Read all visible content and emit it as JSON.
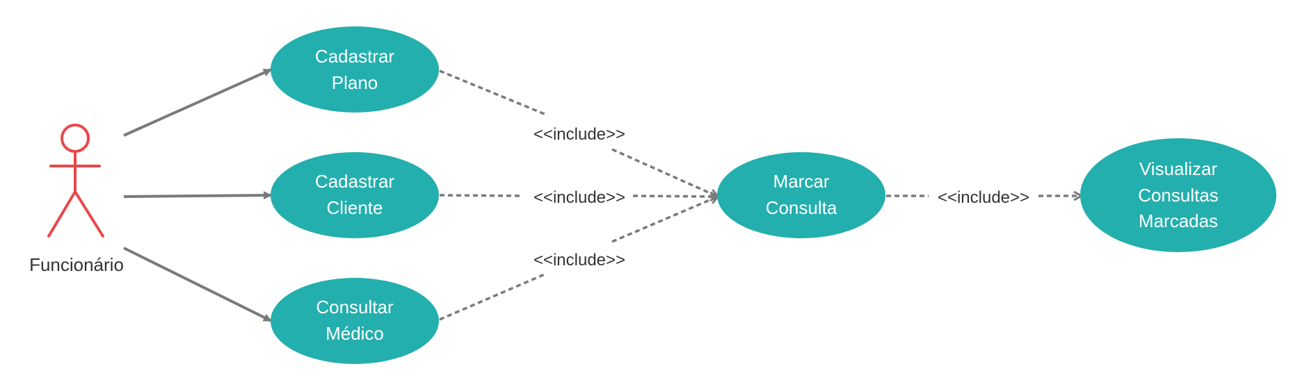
{
  "colors": {
    "usecase_fill": "#23AFAD",
    "actor_stroke": "#E8474A",
    "line": "#7A7A7A",
    "text_dark": "#333333",
    "text_light": "#FFFFFF"
  },
  "actor": {
    "name": "Funcionário"
  },
  "use_cases": [
    {
      "id": "uc1",
      "lines": [
        "Cadastrar",
        "Plano"
      ]
    },
    {
      "id": "uc2",
      "lines": [
        "Cadastrar",
        "Cliente"
      ]
    },
    {
      "id": "uc3",
      "lines": [
        "Consultar",
        "Médico"
      ]
    },
    {
      "id": "uc4",
      "lines": [
        "Marcar",
        "Consulta"
      ]
    },
    {
      "id": "uc5",
      "lines": [
        "Visualizar",
        "Consultas",
        "Marcadas"
      ]
    }
  ],
  "relationships": [
    {
      "type": "association",
      "from": "actor",
      "to": "uc1"
    },
    {
      "type": "association",
      "from": "actor",
      "to": "uc2"
    },
    {
      "type": "association",
      "from": "actor",
      "to": "uc3"
    },
    {
      "type": "include",
      "from": "uc1",
      "to": "uc4",
      "label": "<<include>>"
    },
    {
      "type": "include",
      "from": "uc2",
      "to": "uc4",
      "label": "<<include>>"
    },
    {
      "type": "include",
      "from": "uc3",
      "to": "uc4",
      "label": "<<include>>"
    },
    {
      "type": "include",
      "from": "uc4",
      "to": "uc5",
      "label": "<<include>>"
    }
  ]
}
